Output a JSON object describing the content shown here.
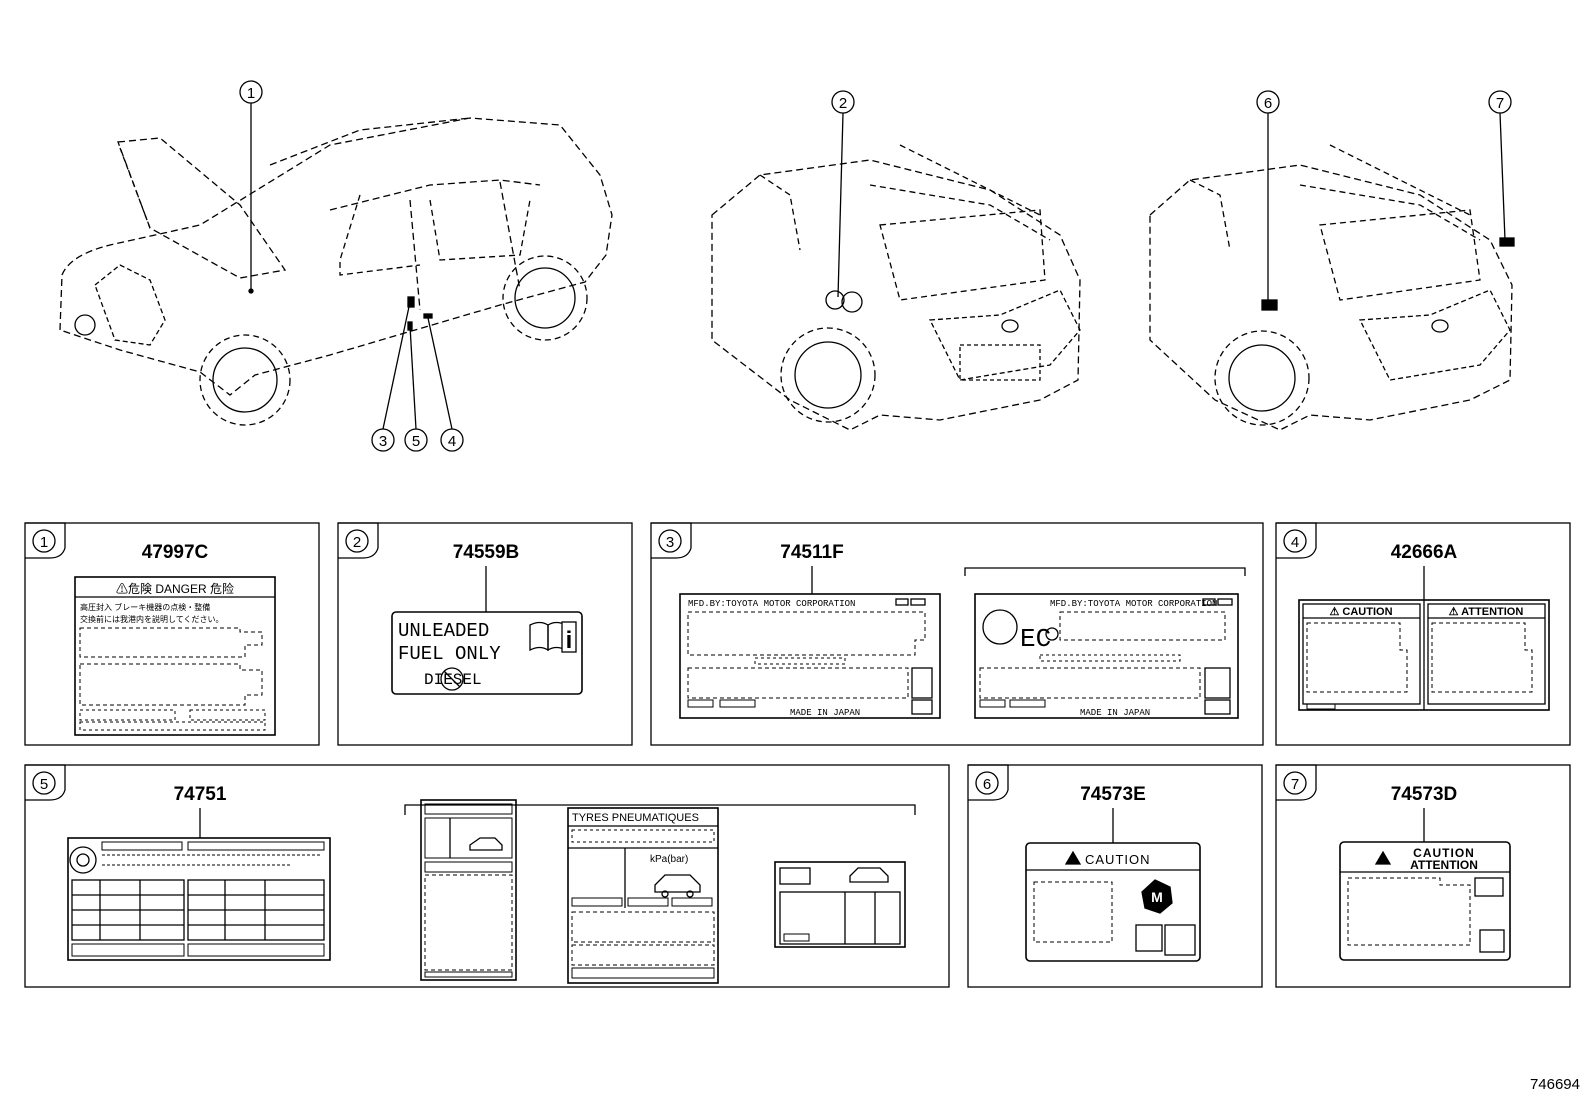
{
  "callouts": {
    "c1": "1",
    "c2": "2",
    "c3": "3",
    "c4": "4",
    "c5": "5",
    "c6": "6",
    "c7": "7"
  },
  "parts": {
    "p1": "47997C",
    "p2": "74559B",
    "p3": "74511F",
    "p4": "42666A",
    "p5": "74751",
    "p6": "74573E",
    "p7": "74573D"
  },
  "label1": {
    "header": "⚠危険  DANGER  危险",
    "line1": "高圧封入  ブレーキ機器の点検・整備",
    "line2": "交換前には我港内を説明してください。"
  },
  "label2": {
    "line1": "UNLEADED",
    "line2": "FUEL ONLY",
    "line3": "DIESEL"
  },
  "label3": {
    "mfd": "MFD.BY:TOYOTA MOTOR CORPORATION",
    "made": "MADE IN JAPAN",
    "ec": "EC"
  },
  "label4": {
    "left": "⚠ CAUTION",
    "right": "⚠ ATTENTION"
  },
  "label5": {
    "tyres": "TYRES  PNEUMATIQUES",
    "kpa": "kPa(bar)"
  },
  "label6": {
    "caution": "CAUTION",
    "m": "M"
  },
  "label7": {
    "caution": "CAUTION",
    "attention": "ATTENTION"
  },
  "figure_id": "746694"
}
